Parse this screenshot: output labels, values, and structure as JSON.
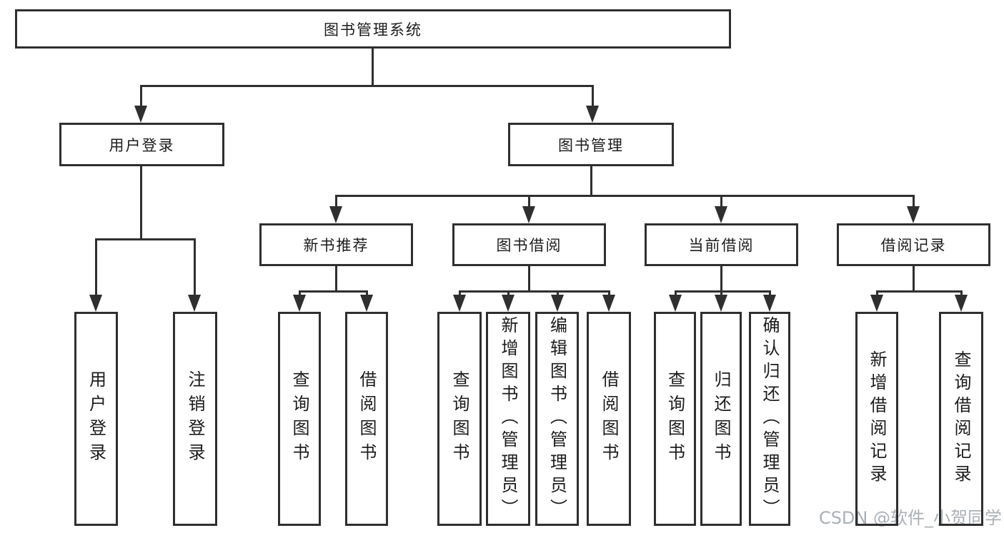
{
  "colors": {
    "line": "#2f2f2f",
    "text": "#1c1c1c",
    "background": "#ffffff",
    "watermark": "#aab0b6"
  },
  "nodes": {
    "root": {
      "label": "图书管理系统"
    },
    "branches": [
      {
        "label": "用户登录",
        "children": [
          {
            "label": "用户登录"
          },
          {
            "label": "注销登录"
          }
        ]
      },
      {
        "label": "图书管理",
        "children": [
          {
            "label": "新书推荐",
            "children": [
              {
                "label": "查询图书"
              },
              {
                "label": "借阅图书"
              }
            ]
          },
          {
            "label": "图书借阅",
            "children": [
              {
                "label": "查询图书"
              },
              {
                "label": "新增图书（管理员）"
              },
              {
                "label": "编辑图书（管理员）"
              },
              {
                "label": "借阅图书"
              }
            ]
          },
          {
            "label": "当前借阅",
            "children": [
              {
                "label": "查询图书"
              },
              {
                "label": "归还图书"
              },
              {
                "label": "确认归还（管理员）"
              }
            ]
          },
          {
            "label": "借阅记录",
            "children": [
              {
                "label": "新增借阅记录"
              },
              {
                "label": "查询借阅记录"
              }
            ]
          }
        ]
      }
    ]
  },
  "watermark": {
    "text": "CSDN @软件_小贺同学"
  }
}
